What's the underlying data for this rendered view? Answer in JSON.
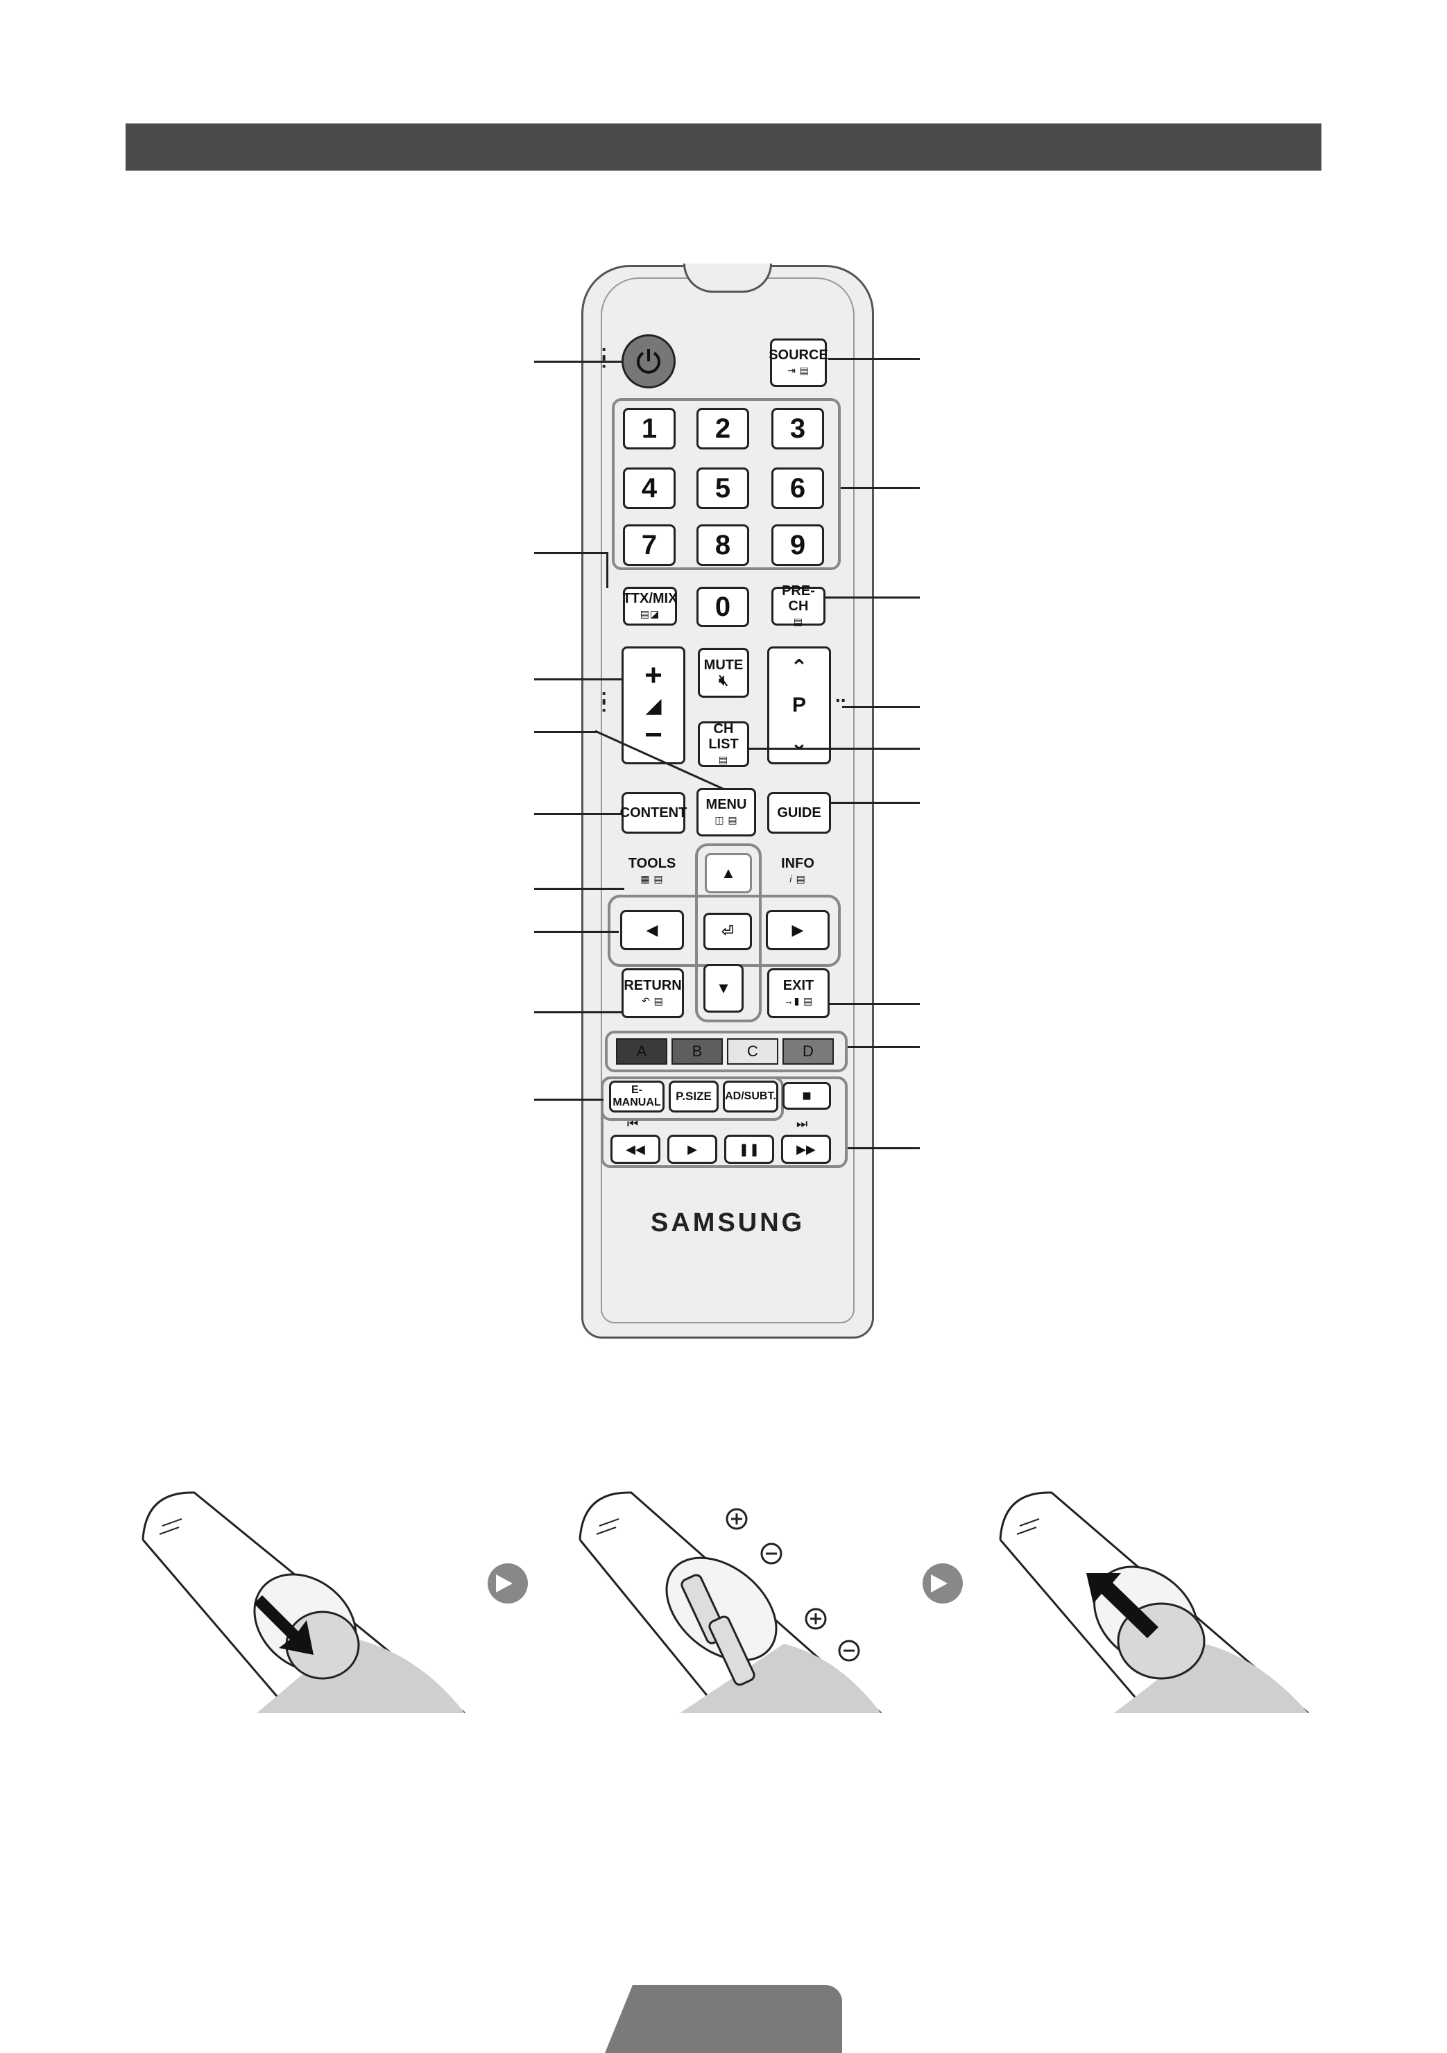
{
  "remote": {
    "brand": "SAMSUNG",
    "buttons": {
      "source": "SOURCE",
      "num1": "1",
      "num2": "2",
      "num3": "3",
      "num4": "4",
      "num5": "5",
      "num6": "6",
      "num7": "7",
      "num8": "8",
      "num9": "9",
      "num0": "0",
      "ttx_mix": "TTX/MIX",
      "pre_ch": "PRE-CH",
      "mute": "MUTE",
      "ch_list": "CH LIST",
      "channel_p": "P",
      "vol_plus": "+",
      "vol_minus": "−",
      "menu": "MENU",
      "content": "CONTENT",
      "guide": "GUIDE",
      "tools": "TOOLS",
      "info": "INFO",
      "return": "RETURN",
      "exit": "EXIT",
      "color_a": "A",
      "color_b": "B",
      "color_c": "C",
      "color_d": "D",
      "e_manual": "E-MANUAL",
      "p_size": "P.SIZE",
      "ad_subt": "AD/SUBT."
    },
    "colors": {
      "a": "#3a3a3a",
      "b": "#5e5e5e",
      "c": "#e6e6e6",
      "d": "#7a7a7a",
      "power": "#777777"
    }
  }
}
